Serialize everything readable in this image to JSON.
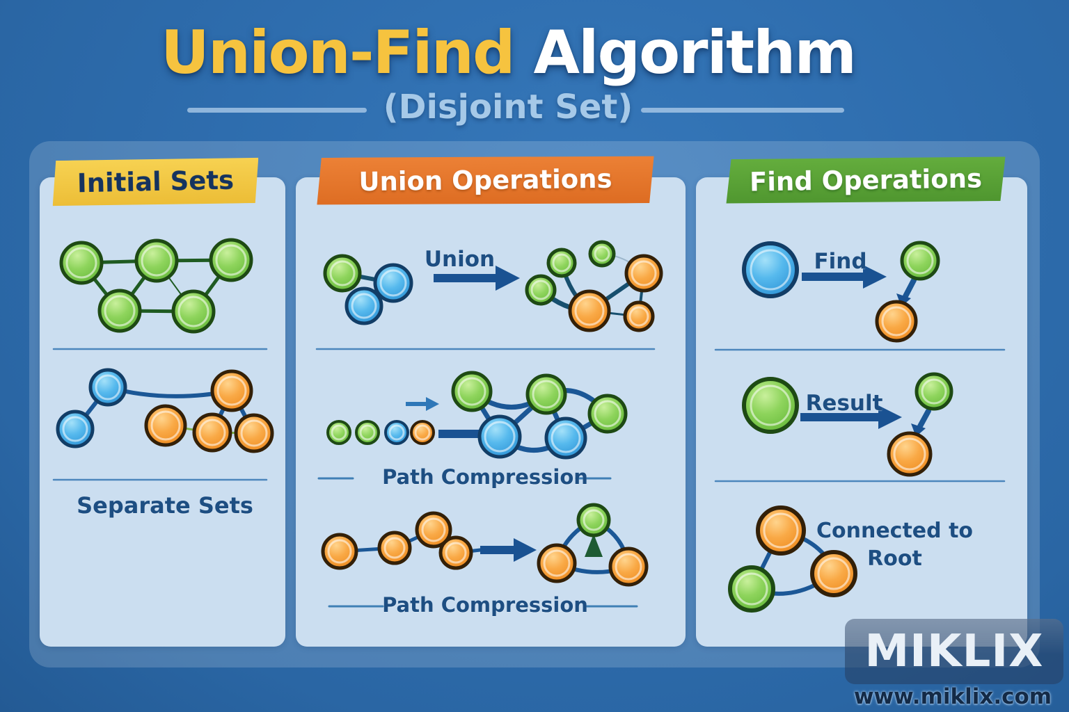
{
  "title": {
    "highlight": "Union-Find",
    "rest": " Algorithm",
    "subtitle": "(Disjoint Set)"
  },
  "panels": {
    "initial_sets": {
      "banner": "Initial Sets",
      "caption": "Separate Sets"
    },
    "union_operations": {
      "banner": "Union Operations",
      "row1_label": "Union",
      "row2_caption": "Path Compression",
      "row3_caption": "Path Compression"
    },
    "find_operations": {
      "banner": "Find Operations",
      "row1_label": "Find",
      "row2_label": "Result",
      "row3_caption_line1": "Connected to",
      "row3_caption_line2": "Root"
    }
  },
  "footer": {
    "logo_text": "MIKLIX",
    "website": "www.miklix.com"
  },
  "palette": {
    "background": "#2E6CAD",
    "panel": "#CBDEF0",
    "banner_yellow": "#F2C545",
    "banner_orange": "#E4772C",
    "banner_green": "#5AA33A",
    "node_green": "#7CC94F",
    "node_blue": "#44A9E4",
    "node_orange": "#F49D33",
    "edge_dark_blue": "#1B5796",
    "edge_dark_green": "#1F5B22",
    "edge_light_green": "#7FB347",
    "text_navy": "#1D4E82",
    "title_yellow": "#F6C33F",
    "title_white": "#FFFFFF"
  }
}
